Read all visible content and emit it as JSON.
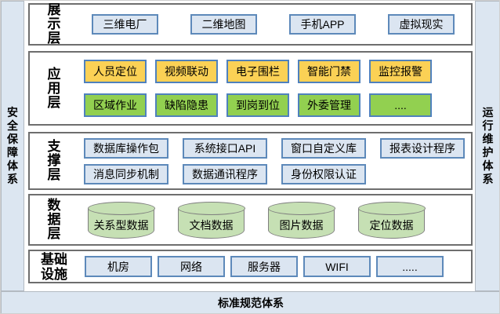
{
  "frame": {
    "left_label": "安全保障体系",
    "right_label": "运行维护体系",
    "bottom_label": "标准规范体系"
  },
  "layers": [
    {
      "label": "展示层",
      "items": [
        "三维电厂",
        "二维地图",
        "手机APP",
        "虚拟现实"
      ]
    },
    {
      "label": "应用层",
      "rows": [
        [
          "人员定位",
          "视频联动",
          "电子围栏",
          "智能门禁",
          "监控报警"
        ],
        [
          "区域作业",
          "缺陷隐患",
          "到岗到位",
          "外委管理",
          "...."
        ]
      ]
    },
    {
      "label": "支撑层",
      "rows": [
        [
          "数据库操作包",
          "系统接口API",
          "窗口自定义库",
          "报表设计程序"
        ],
        [
          "消息同步机制",
          "数据通讯程序",
          "身份权限认证"
        ]
      ]
    },
    {
      "label": "数据层",
      "items": [
        "关系型数据",
        "文档数据",
        "图片数据",
        "定位数据"
      ]
    },
    {
      "label": "基础设施",
      "items": [
        "机房",
        "网络",
        "服务器",
        "WIFI",
        "....."
      ]
    }
  ],
  "colors": {
    "band_fill": "#dce6f1",
    "layer_border": "#6e6e6e",
    "blue_node_fill": "#dbe5f1",
    "blue_node_border": "#5d89ba",
    "yellow_node_fill": "#fbd155",
    "green_node_fill": "#92d050",
    "colored_node_border": "#4f81bd",
    "cylinder_fill": "#c6e0b4",
    "cylinder_border": "#7f7f7f"
  }
}
